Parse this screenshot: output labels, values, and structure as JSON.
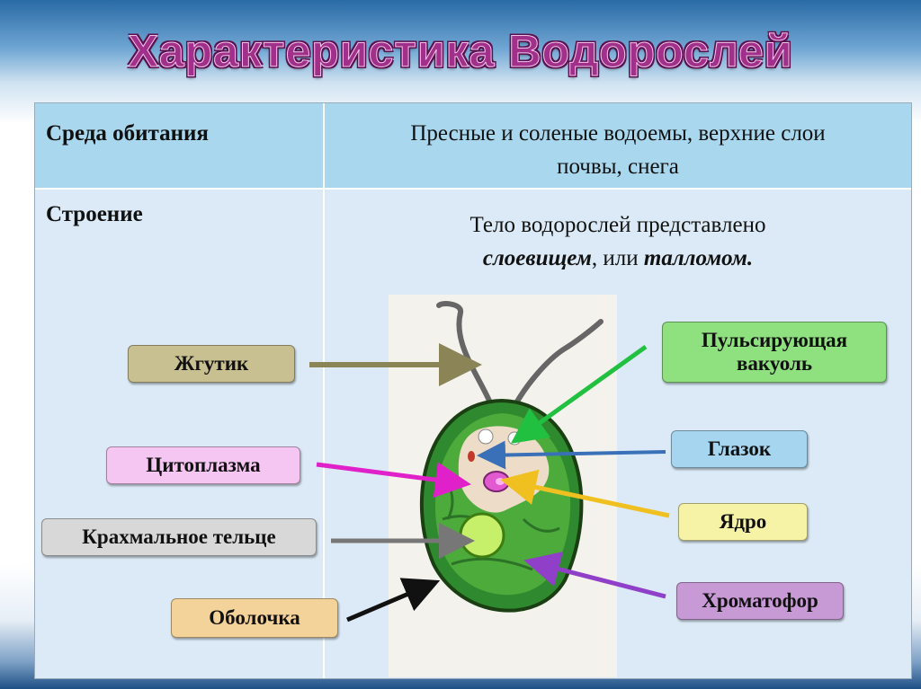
{
  "title": "Характеристика Водорослей",
  "table": {
    "row1": {
      "label": "Среда обитания",
      "text_line1": "Пресные и соленые водоемы, верхние слои",
      "text_line2": "почвы, снега"
    },
    "row2": {
      "label": "Строение",
      "text_line1": "Тело водорослей представлено",
      "text_line2_bold": "слоевищем",
      "text_line2_mid": ", или ",
      "text_line2_bold2": "талломом."
    }
  },
  "labels": {
    "flagellum": "Жгутик",
    "cytoplasm": "Цитоплазма",
    "starch": "Крахмальное тельце",
    "membrane": "Оболочка",
    "vacuole": "Пульсирующая вакуоль",
    "eyespot": "Глазок",
    "nucleus": "Ядро",
    "chromatophore": "Хроматофор"
  },
  "colors": {
    "title": "#a0308a",
    "header_row": "#a9d7ee",
    "body_row": "#dbeaf6",
    "flagellum_tag": "#c9c091",
    "cytoplasm_tag": "#f6c6f3",
    "starch_tag": "#d8d8d8",
    "membrane_tag": "#f4d39a",
    "vacuole_tag": "#8fe07f",
    "eyespot_tag": "#a6d6ef",
    "nucleus_tag": "#f6f3a6",
    "chromatophore_tag": "#c79ad6"
  }
}
